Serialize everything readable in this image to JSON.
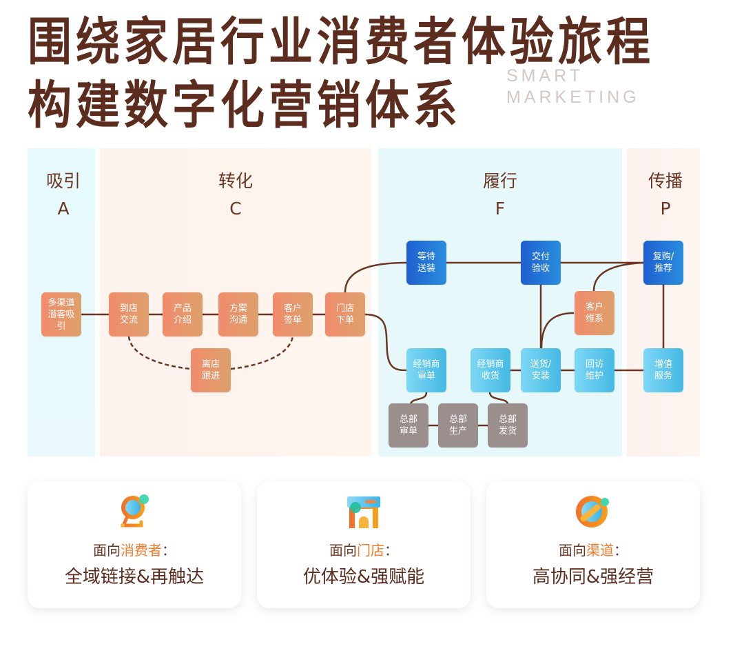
{
  "header": {
    "title_line1": "围绕家居行业消费者体验旅程",
    "title_line2": "构建数字化营销体系",
    "subtitle_en_line1": "SMART",
    "subtitle_en_line2": "MARKETING"
  },
  "stages": [
    {
      "name": "吸引",
      "letter": "A"
    },
    {
      "name": "转化",
      "letter": "C"
    },
    {
      "name": "履行",
      "letter": "F"
    },
    {
      "name": "传播",
      "letter": "P"
    }
  ],
  "nodes": {
    "attract": "多渠道潜客吸引",
    "visit": "到店交流",
    "product": "产品介绍",
    "plan": "方案沟通",
    "sign": "客户签单",
    "followup": "离店跟进",
    "order": "门店下单",
    "wait": "等待送装",
    "deliver_accept": "交付验收",
    "repurchase": "复购/推荐",
    "maintain": "客户维系",
    "dealer_review": "经销商审单",
    "dealer_receive": "经销商收货",
    "ship_install": "送货/安装",
    "revisit": "回访维护",
    "value_service": "增值服务",
    "hq_review": "总部审单",
    "hq_produce": "总部生产",
    "hq_ship": "总部发货"
  },
  "node_lines": {
    "attract": [
      "多渠道",
      "潜客吸",
      "引"
    ],
    "visit": [
      "到店",
      "交流"
    ],
    "product": [
      "产品",
      "介绍"
    ],
    "plan": [
      "方案",
      "沟通"
    ],
    "sign": [
      "客户",
      "签单"
    ],
    "followup": [
      "离店",
      "跟进"
    ],
    "order": [
      "门店",
      "下单"
    ],
    "wait": [
      "等待",
      "送装"
    ],
    "deliver_accept": [
      "交付",
      "验收"
    ],
    "repurchase": [
      "复购/",
      "推荐"
    ],
    "maintain": [
      "客户",
      "维系"
    ],
    "dealer_review": [
      "经销商",
      "审单"
    ],
    "dealer_receive": [
      "经销商",
      "收货"
    ],
    "ship_install": [
      "送货/",
      "安装"
    ],
    "revisit": [
      "回访",
      "维护"
    ],
    "value_service": [
      "增值",
      "服务"
    ],
    "hq_review": [
      "总部",
      "审单"
    ],
    "hq_produce": [
      "总部",
      "生产"
    ],
    "hq_ship": [
      "总部",
      "发货"
    ]
  },
  "cards": [
    {
      "prefix": "面向",
      "highlight": "消费者",
      "suffix": "：",
      "slogan": "全域链接&再触达",
      "icon": "magnifier-icon"
    },
    {
      "prefix": "面向",
      "highlight": "门店",
      "suffix": "：",
      "slogan": "优体验&强赋能",
      "icon": "store-icon"
    },
    {
      "prefix": "面向",
      "highlight": "渠道",
      "suffix": "：",
      "slogan": "高协同&强经营",
      "icon": "channel-icon"
    }
  ],
  "colors": {
    "title": "#5c2d1e",
    "highlight": "#f07a2a",
    "line": "#6b3522",
    "orange_node": "#f08c6c",
    "blue_node": "#1f5fd0",
    "lightblue_node": "#45b9e4",
    "gray_node": "#9a8f8c"
  }
}
